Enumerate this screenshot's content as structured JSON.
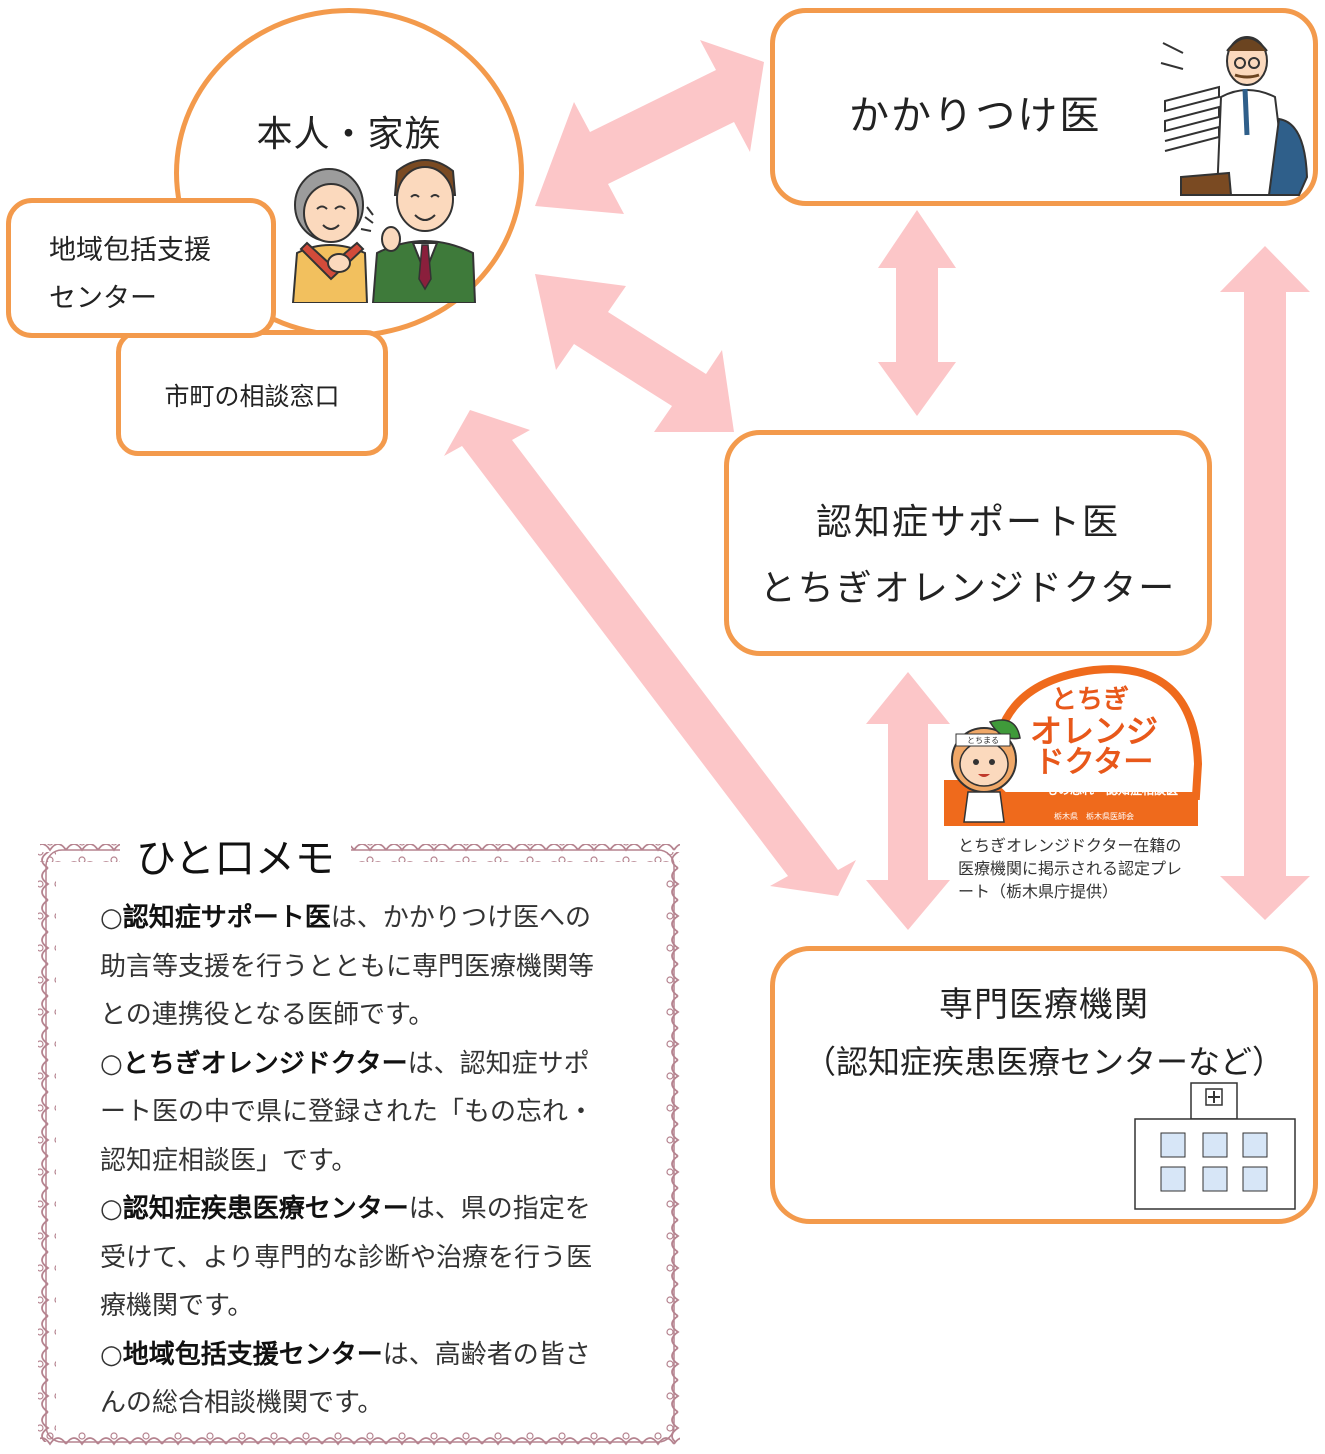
{
  "nodes": {
    "person_family": "本人・家族",
    "community_center": [
      "地域包括支援",
      "センター"
    ],
    "city_consult": "市町の相談窓口",
    "gp": "かかりつけ医",
    "support_doctor": [
      "認知症サポート医",
      "とちぎオレンジドクター"
    ],
    "specialist": {
      "title": "専門医療機関",
      "subtitle": "（認知症疾患医療センターなど）"
    }
  },
  "plate": {
    "logo_lines": [
      "とちぎ",
      "オレンジ",
      "ドクター"
    ],
    "ribbon_text": "もの忘れ・認知症相談医",
    "footer": "栃木県　栃木県医師会",
    "mascot_badge": "とちまる",
    "caption": [
      "とちぎオレンジドクター在籍の",
      "医療機関に掲示される認定プレ",
      "ート（栃木県庁提供）"
    ]
  },
  "memo": {
    "title": "ひと口メモ",
    "items": [
      {
        "bullet": "○",
        "term": "認知症サポート医",
        "text": "は、かかりつけ医への助言等支援を行うとともに専門医療機関等との連携役となる医師です。"
      },
      {
        "bullet": "○",
        "term": "とちぎオレンジドクター",
        "text": "は、認知症サポート医の中で県に登録された「もの忘れ・認知症相談医」です。"
      },
      {
        "bullet": "○",
        "term": "認知症疾患医療センター",
        "text": "は、県の指定を受けて、より専門的な診断や治療を行う医療機関です。"
      },
      {
        "bullet": "○",
        "term": "地域包括支援センター",
        "text": "は、高齢者の皆さんの総合相談機関です。"
      }
    ]
  },
  "colors": {
    "box_border": "#f39a4c",
    "arrow": "#fcc6c8",
    "memo_border": "#b5838f",
    "plate_orange": "#ef6a1c"
  },
  "icons": [
    "elderly-woman-icon",
    "man-icon",
    "doctor-icon",
    "hospital-icon",
    "orange-doctor-plate"
  ]
}
